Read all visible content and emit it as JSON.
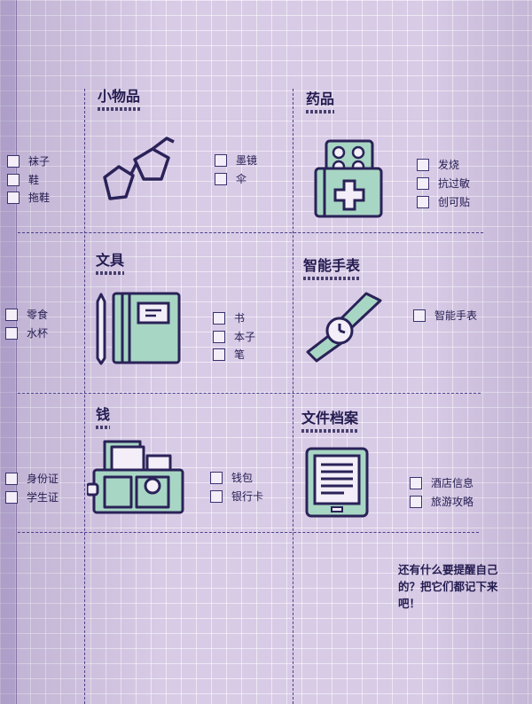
{
  "left_page": {
    "items_group_1": [
      "袜子",
      "鞋",
      "拖鞋"
    ],
    "items_group_2": [
      "零食",
      "水杯"
    ],
    "items_group_3": [
      "身份证",
      "学生证"
    ]
  },
  "sections": [
    {
      "title": "小物品",
      "icon": "glasses-icon",
      "items": [
        "墨镜",
        "伞"
      ]
    },
    {
      "title": "药品",
      "icon": "medicine-box-icon",
      "items": [
        "发烧",
        "抗过敏",
        "创可贴"
      ]
    },
    {
      "title": "文具",
      "icon": "notebook-pencil-icon",
      "items": [
        "书",
        "本子",
        "笔"
      ]
    },
    {
      "title": "智能手表",
      "icon": "watch-icon",
      "items": [
        "智能手表"
      ]
    },
    {
      "title": "钱",
      "icon": "wallet-icon",
      "items": [
        "钱包",
        "银行卡"
      ]
    },
    {
      "title": "文件档案",
      "icon": "tablet-document-icon",
      "items": [
        "酒店信息",
        "旅游攻略"
      ]
    }
  ],
  "note": "还有什么要提醒自己的？把它们都记下来吧！",
  "colors": {
    "ink": "#241c50",
    "mint": "#a8d6c4",
    "paper": "#d8cbe6"
  }
}
